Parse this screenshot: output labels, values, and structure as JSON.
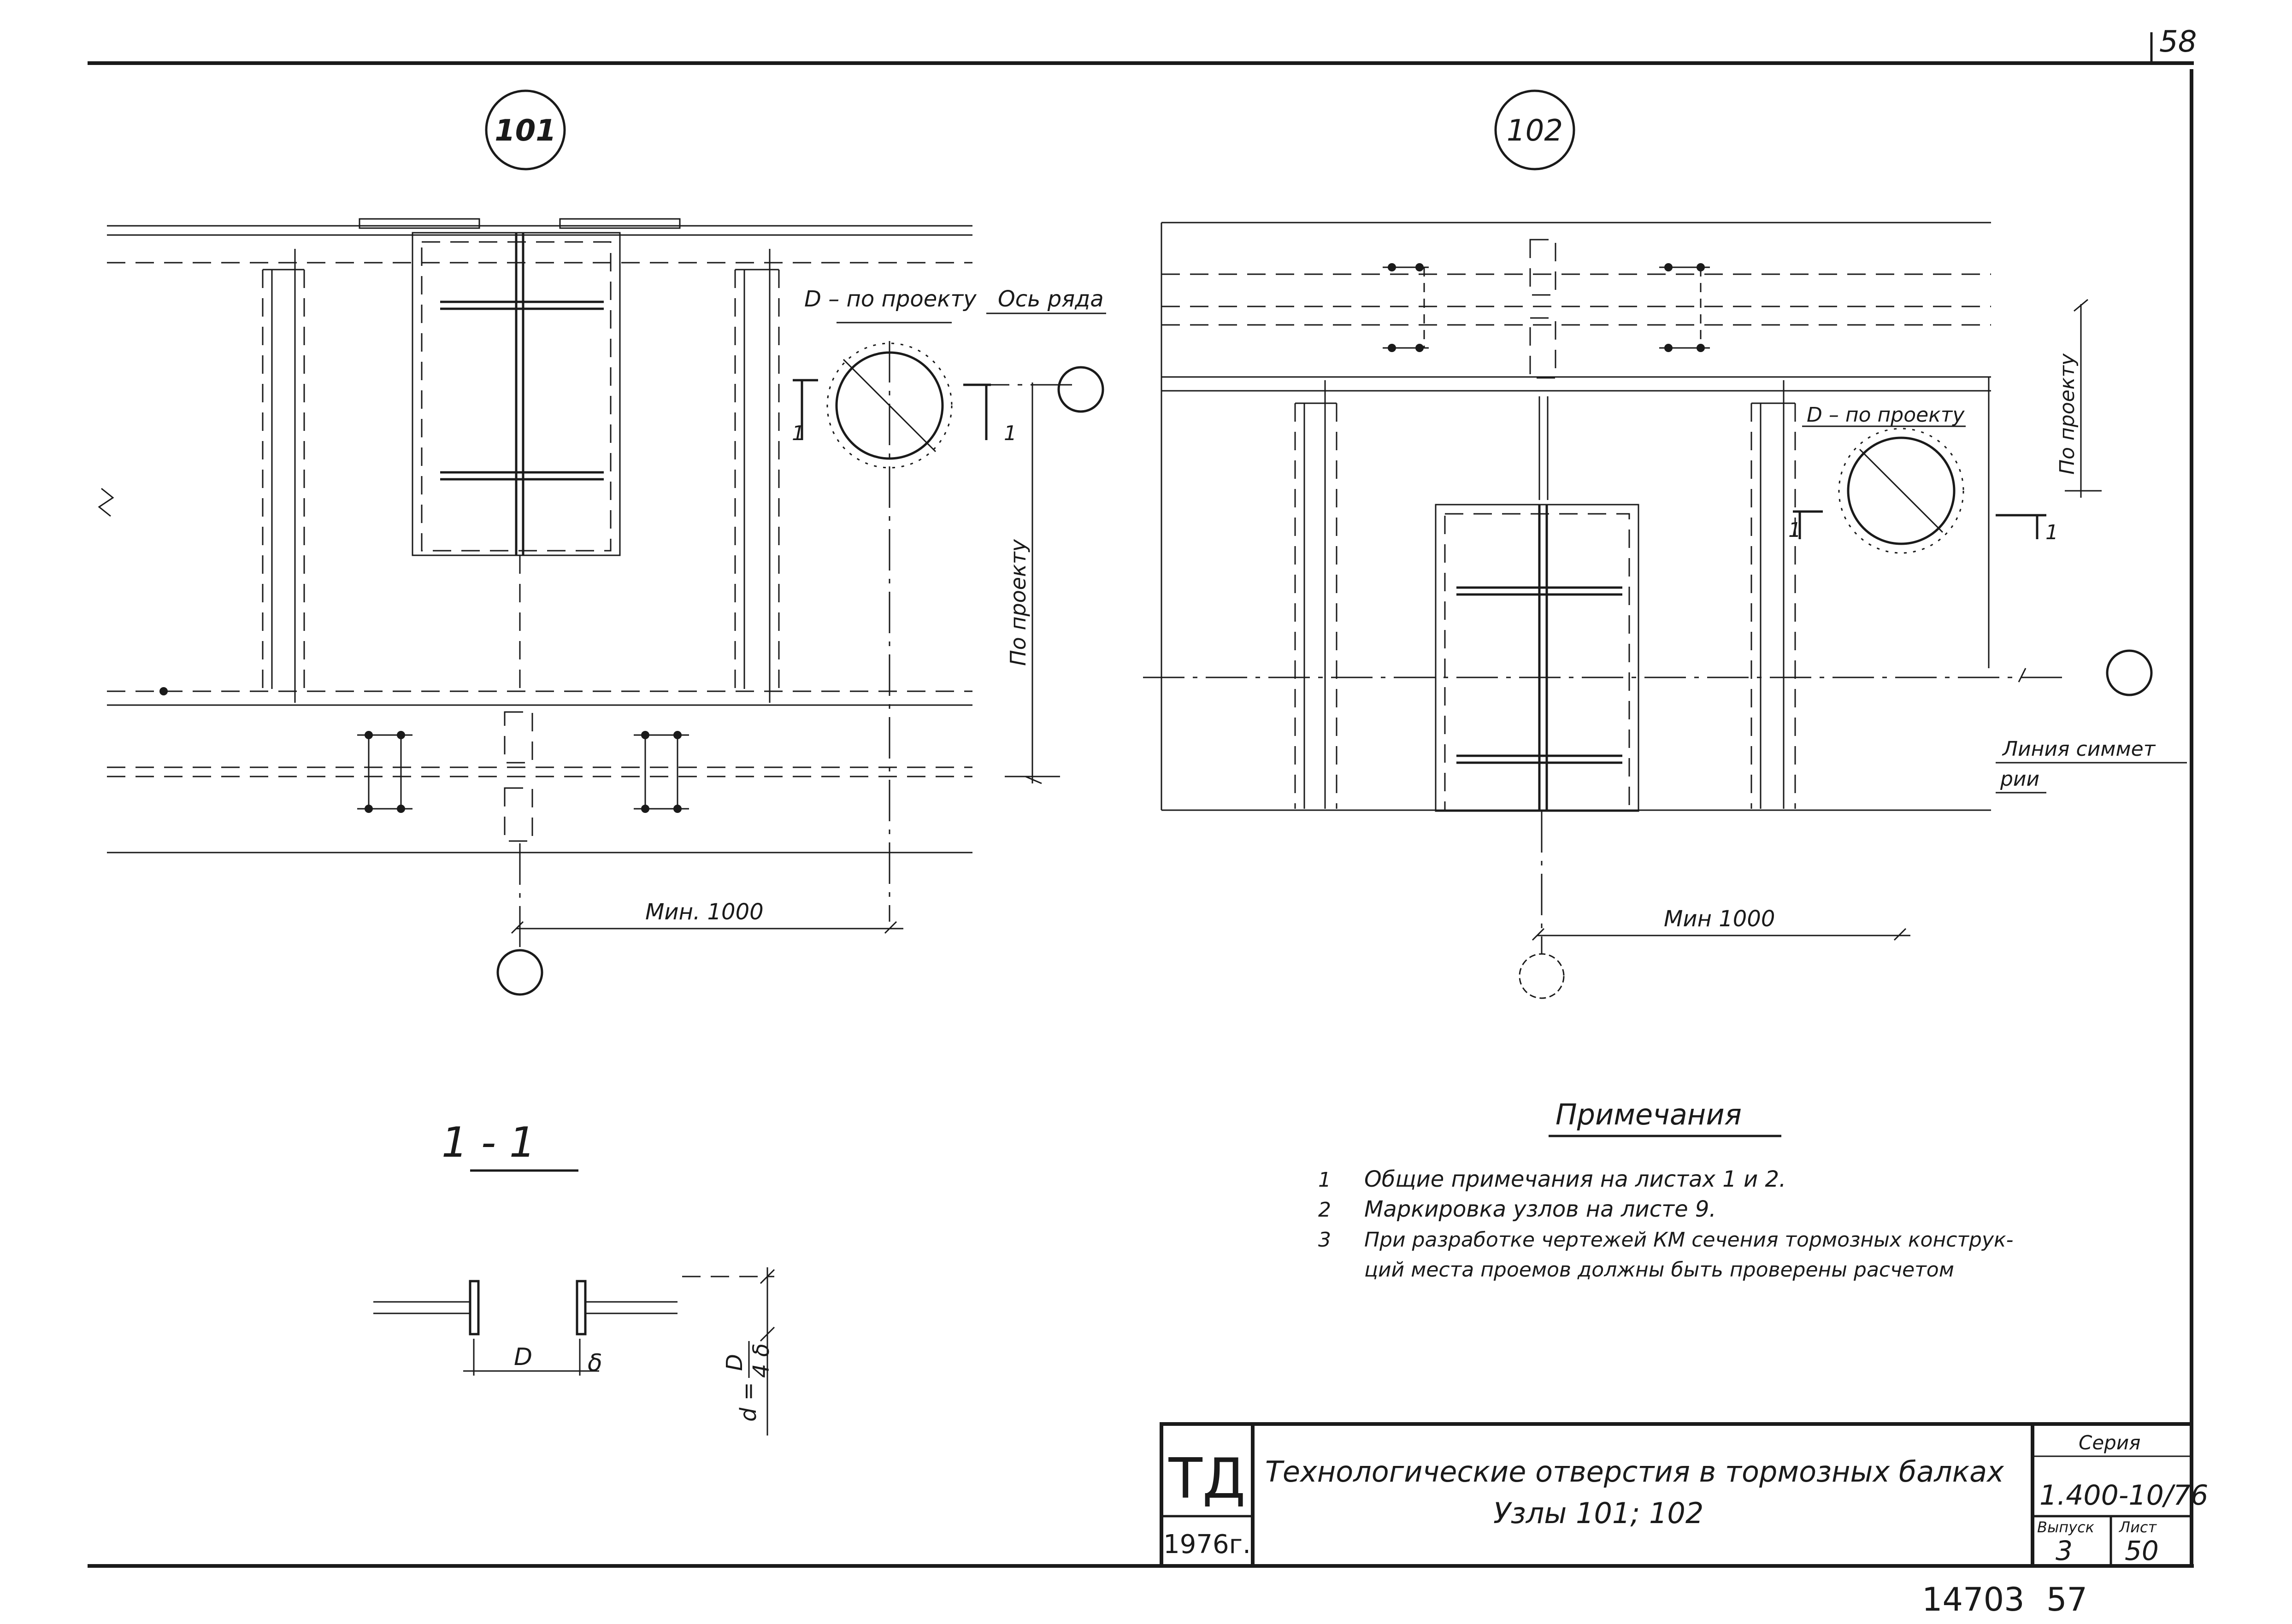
{
  "sheet": {
    "page_corner_number": "58",
    "bottom_archive_number": "14703",
    "bottom_page_number": "57"
  },
  "node_101": {
    "label": "101",
    "diameter_label": "D – по проекту",
    "axis_label": "Ось ряда",
    "dim_min": "Мин. 1000",
    "dim_project": "По проекту",
    "section_mark": "1"
  },
  "node_102": {
    "label": "102",
    "diameter_label": "D – по проекту",
    "dim_min": "Мин 1000",
    "dim_project": "По проекту",
    "symmetry_line_1": "Линия симмет",
    "symmetry_line_2": "рии",
    "section_mark": "1"
  },
  "section": {
    "title": "1 - 1",
    "dim_d": "D",
    "dim_delta": "δ",
    "formula_left": "d =",
    "formula_num": "D",
    "formula_den": "4 δ"
  },
  "notes": {
    "title": "Примечания",
    "items": [
      {
        "num": "1",
        "text": "Общие примечания на листах 1 и 2."
      },
      {
        "num": "2",
        "text": "Маркировка узлов на листе 9."
      },
      {
        "num": "3",
        "text": "При разработке чертежей КМ сечения тормозных конструк-"
      }
    ],
    "item3_cont": "ций места проемов должны быть проверены расчетом"
  },
  "title_block": {
    "org": "ТД",
    "year": "1976г.",
    "title_line1": "Технологические отверстия в тормозных балках",
    "title_line2": "Узлы 101; 102",
    "series_label": "Серия",
    "series_value": "1.400-10/76",
    "issue_label": "Выпуск",
    "issue_value": "3",
    "sheet_label": "Лист",
    "sheet_value": "50"
  }
}
